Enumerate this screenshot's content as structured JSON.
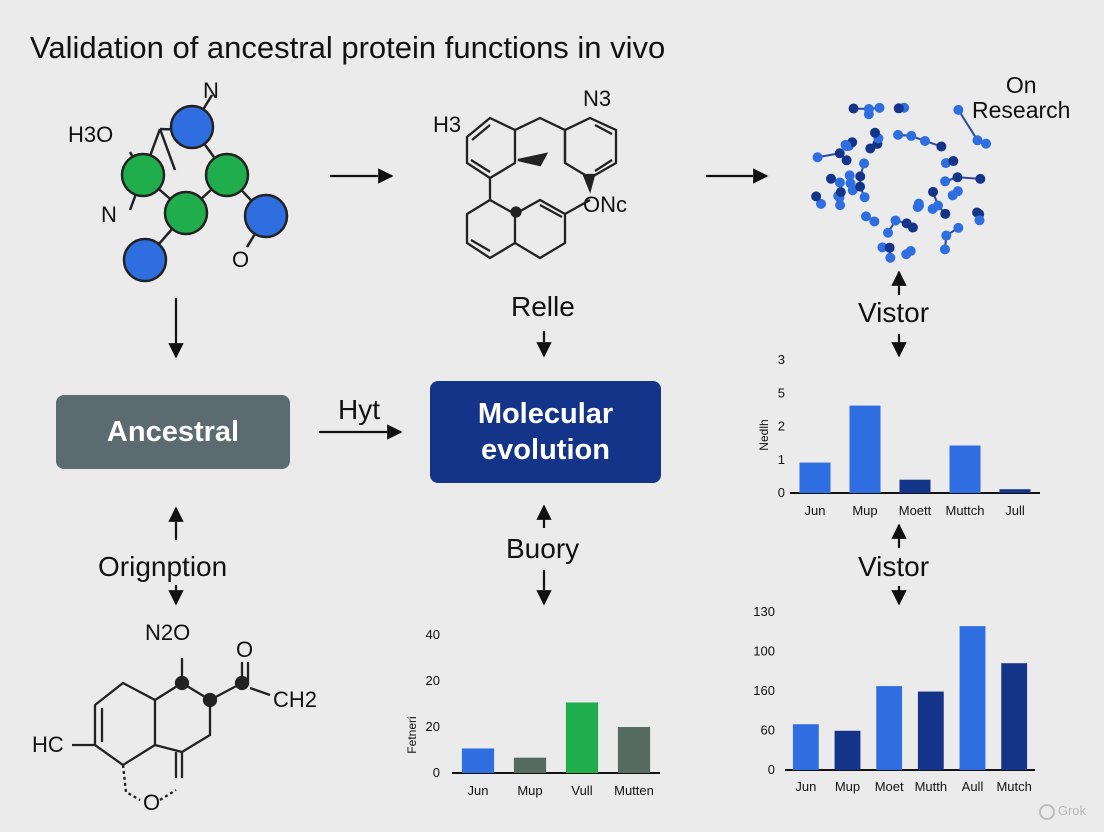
{
  "title": "Validation of ancestral protein functions in vivo",
  "nodes": {
    "ancestral": "Ancestral",
    "molecular": "Molecular evolution"
  },
  "labels": {
    "hyt": "Hyt",
    "relle": "Relle",
    "buory": "Buory",
    "orignption": "Orignption",
    "vistor_top": "Vistor",
    "vistor_mid": "Vistor",
    "on": "On",
    "research": "Research"
  },
  "molecule_labels": {
    "mol1": [
      "H3O",
      "N",
      "N",
      "O"
    ],
    "mol2": [
      "H3",
      "N3",
      "ONc"
    ],
    "mol3": [
      "N2O",
      "O",
      "CH2",
      "HC",
      "O"
    ]
  },
  "colors": {
    "bright_blue": "#2f6ee0",
    "navy": "#14348a",
    "green": "#1fae4b",
    "slate": "#5b6b70"
  },
  "chart_data": [
    {
      "type": "bar",
      "ylabel": "Nedlh",
      "categories": [
        "Jun",
        "Mup",
        "Moett",
        "Muttch",
        "Jull"
      ],
      "values": [
        0.8,
        2.3,
        0.35,
        1.25,
        0.1
      ],
      "yticks": [
        "0",
        "1",
        "2",
        "5",
        "3"
      ],
      "bar_colors": [
        "#2f6ee0",
        "#2f6ee0",
        "#14348a",
        "#2f6ee0",
        "#14348a"
      ]
    },
    {
      "type": "bar",
      "ylabel": "Fetneri",
      "categories": [
        "Jun",
        "Mup",
        "Vull",
        "Mutten"
      ],
      "values": [
        8,
        5,
        23,
        15
      ],
      "yticks": [
        "0",
        "20",
        "20",
        "40"
      ],
      "bar_colors": [
        "#2f6ee0",
        "#556b62",
        "#1fae4b",
        "#556b62"
      ]
    },
    {
      "type": "bar",
      "ylabel": "",
      "categories": [
        "Jun",
        "Mup",
        "Moet",
        "Mutth",
        "Aull",
        "Mutch"
      ],
      "values": [
        42,
        36,
        77,
        72,
        132,
        98
      ],
      "yticks": [
        "0",
        "60",
        "160",
        "100",
        "130"
      ],
      "bar_colors": [
        "#2f6ee0",
        "#14348a",
        "#2f6ee0",
        "#14348a",
        "#2f6ee0",
        "#14348a"
      ]
    }
  ],
  "watermark": "Grok"
}
